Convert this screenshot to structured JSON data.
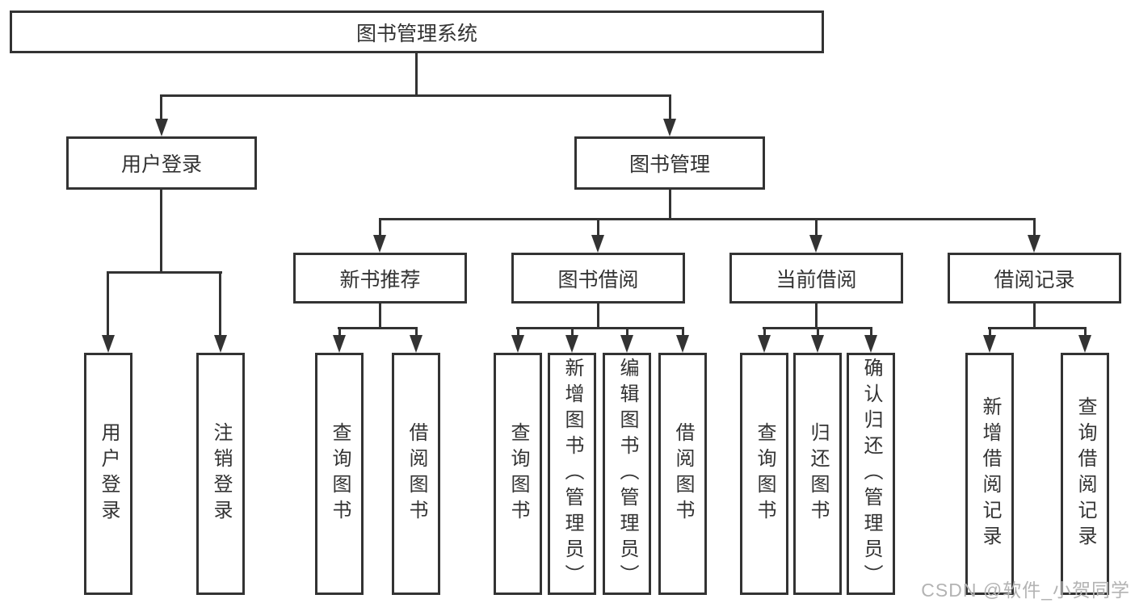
{
  "tree": {
    "root": "图书管理系统",
    "user_login": "用户登录",
    "book_management": "图书管理",
    "new_book_recommend": "新书推荐",
    "book_borrowing": "图书借阅",
    "current_borrowing": "当前借阅",
    "borrowing_records": "借阅记录",
    "leaf_user_login": "用户登录",
    "leaf_logout": "注销登录",
    "leaf_nb_query_books": "查询图书",
    "leaf_nb_borrow_books": "借阅图书",
    "leaf_bb_query_books": "查询图书",
    "leaf_bb_add_books": "新增图书（管理员）",
    "leaf_bb_edit_books": "编辑图书（管理员）",
    "leaf_bb_borrow_books": "借阅图书",
    "leaf_cb_query_books": "查询图书",
    "leaf_cb_return_books": "归还图书",
    "leaf_cb_confirm_return": "确认归还（管理员）",
    "leaf_br_add_record": "新增借阅记录",
    "leaf_br_query_record": "查询借阅记录"
  },
  "watermark": "CSDN @软件_小贺同学",
  "colors": {
    "line": "#333333",
    "text": "#333333",
    "watermark": "#b3b3b3",
    "background": "#ffffff"
  }
}
